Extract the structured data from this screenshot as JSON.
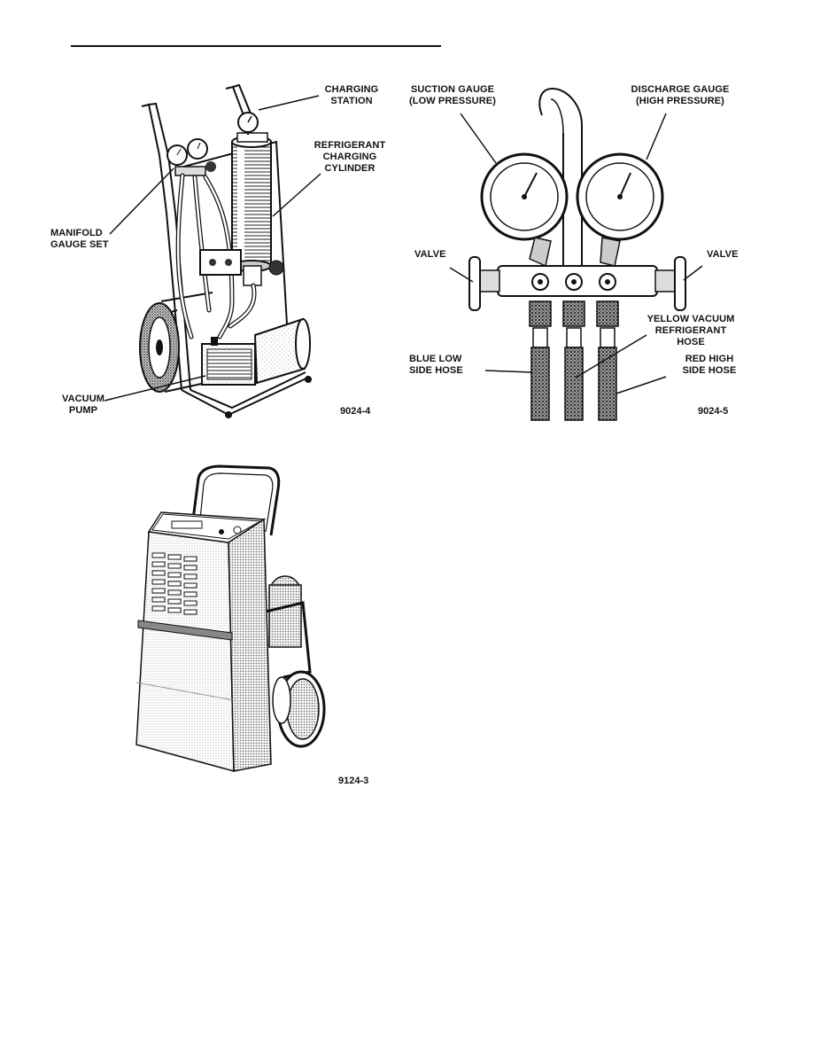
{
  "figure_1": {
    "number": "9024-4",
    "labels": {
      "charging_station": [
        "CHARGING",
        "STATION"
      ],
      "refrigerant_charging_cylinder": [
        "REFRIGERANT",
        "CHARGING",
        "CYLINDER"
      ],
      "manifold_gauge_set": [
        "MANIFOLD",
        "GAUGE SET"
      ],
      "vacuum_pump": [
        "VACUUM",
        "PUMP"
      ]
    }
  },
  "figure_2": {
    "number": "9024-5",
    "labels": {
      "suction_gauge": [
        "SUCTION GAUGE",
        "(LOW PRESSURE)"
      ],
      "discharge_gauge": [
        "DISCHARGE GAUGE",
        "(HIGH PRESSURE)"
      ],
      "valve_left": "VALVE",
      "valve_right": "VALVE",
      "yellow_hose": [
        "YELLOW VACUUM",
        "REFRIGERANT",
        "HOSE"
      ],
      "blue_hose": [
        "BLUE LOW",
        "SIDE HOSE"
      ],
      "red_hose": [
        "RED HIGH",
        "SIDE HOSE"
      ]
    }
  },
  "figure_3": {
    "number": "9124-3"
  }
}
